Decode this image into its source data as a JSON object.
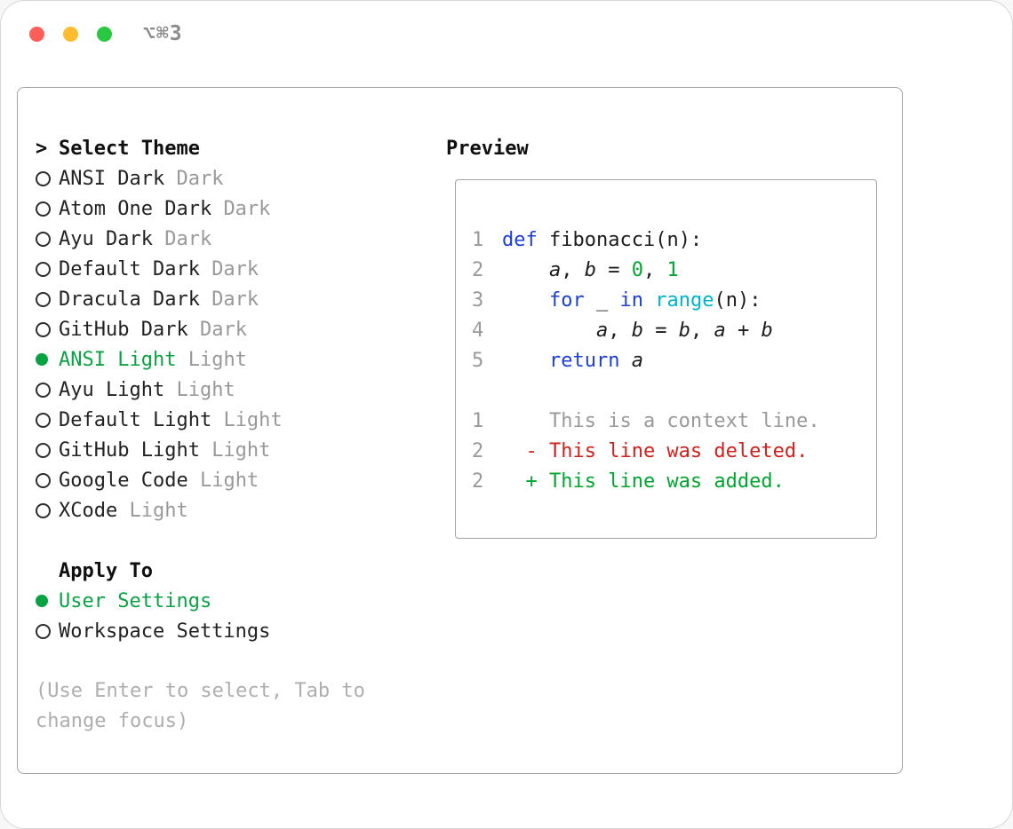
{
  "titlebar": {
    "shortcut": "⌥⌘3",
    "buttons": [
      {
        "name": "close-button",
        "color": "#ff5f57"
      },
      {
        "name": "minimize-button",
        "color": "#febc2e"
      },
      {
        "name": "zoom-button",
        "color": "#28c840"
      }
    ]
  },
  "theme_selector": {
    "cursor": ">",
    "title": "Select Theme",
    "items": [
      {
        "name": "ANSI Dark",
        "variant": "Dark",
        "selected": false
      },
      {
        "name": "Atom One Dark",
        "variant": "Dark",
        "selected": false
      },
      {
        "name": "Ayu Dark",
        "variant": "Dark",
        "selected": false
      },
      {
        "name": "Default Dark",
        "variant": "Dark",
        "selected": false
      },
      {
        "name": "Dracula Dark",
        "variant": "Dark",
        "selected": false
      },
      {
        "name": "GitHub Dark",
        "variant": "Dark",
        "selected": false
      },
      {
        "name": "ANSI Light",
        "variant": "Light",
        "selected": true
      },
      {
        "name": "Ayu Light",
        "variant": "Light",
        "selected": false
      },
      {
        "name": "Default Light",
        "variant": "Light",
        "selected": false
      },
      {
        "name": "GitHub Light",
        "variant": "Light",
        "selected": false
      },
      {
        "name": "Google Code",
        "variant": "Light",
        "selected": false
      },
      {
        "name": "XCode",
        "variant": "Light",
        "selected": false
      }
    ]
  },
  "apply_to": {
    "title": "Apply To",
    "options": [
      {
        "label": "User Settings",
        "selected": true
      },
      {
        "label": "Workspace Settings",
        "selected": false
      }
    ]
  },
  "hint": "(Use Enter to select, Tab to change focus)",
  "preview": {
    "title": "Preview",
    "lines": [
      {
        "num": "1",
        "tokens": [
          {
            "t": "def",
            "c": "kw"
          },
          {
            "t": " fibonacci(n):",
            "c": "plain"
          }
        ]
      },
      {
        "num": "2",
        "tokens": [
          {
            "t": "    ",
            "c": "plain"
          },
          {
            "t": "a",
            "c": "var"
          },
          {
            "t": ", ",
            "c": "plain"
          },
          {
            "t": "b",
            "c": "var"
          },
          {
            "t": " = ",
            "c": "plain"
          },
          {
            "t": "0",
            "c": "num"
          },
          {
            "t": ", ",
            "c": "plain"
          },
          {
            "t": "1",
            "c": "num"
          }
        ]
      },
      {
        "num": "3",
        "tokens": [
          {
            "t": "    ",
            "c": "plain"
          },
          {
            "t": "for",
            "c": "kw"
          },
          {
            "t": " _ ",
            "c": "plain"
          },
          {
            "t": "in",
            "c": "kw"
          },
          {
            "t": " ",
            "c": "plain"
          },
          {
            "t": "range",
            "c": "fn"
          },
          {
            "t": "(n):",
            "c": "plain"
          }
        ]
      },
      {
        "num": "4",
        "tokens": [
          {
            "t": "        ",
            "c": "plain"
          },
          {
            "t": "a",
            "c": "var"
          },
          {
            "t": ", ",
            "c": "plain"
          },
          {
            "t": "b",
            "c": "var"
          },
          {
            "t": " = ",
            "c": "plain"
          },
          {
            "t": "b",
            "c": "var"
          },
          {
            "t": ", ",
            "c": "plain"
          },
          {
            "t": "a",
            "c": "var"
          },
          {
            "t": " + ",
            "c": "plain"
          },
          {
            "t": "b",
            "c": "var"
          }
        ]
      },
      {
        "num": "5",
        "tokens": [
          {
            "t": "    ",
            "c": "plain"
          },
          {
            "t": "return",
            "c": "kw"
          },
          {
            "t": " ",
            "c": "plain"
          },
          {
            "t": "a",
            "c": "var"
          }
        ]
      },
      {
        "num": "",
        "tokens": []
      },
      {
        "num": "1",
        "tokens": [
          {
            "t": "    This is a context line.",
            "c": "ctx"
          }
        ]
      },
      {
        "num": "2",
        "tokens": [
          {
            "t": "  - This line was deleted.",
            "c": "del"
          }
        ]
      },
      {
        "num": "2",
        "tokens": [
          {
            "t": "  + This line was added.",
            "c": "add"
          }
        ]
      }
    ]
  },
  "colors": {
    "accent_green": "#0aa344",
    "keyword_blue": "#1d3fd4",
    "function_cyan": "#00b3cc",
    "number_green": "#00a62f",
    "deleted_red": "#d0211c",
    "added_green": "#00a62f",
    "muted_gray": "#999999"
  }
}
